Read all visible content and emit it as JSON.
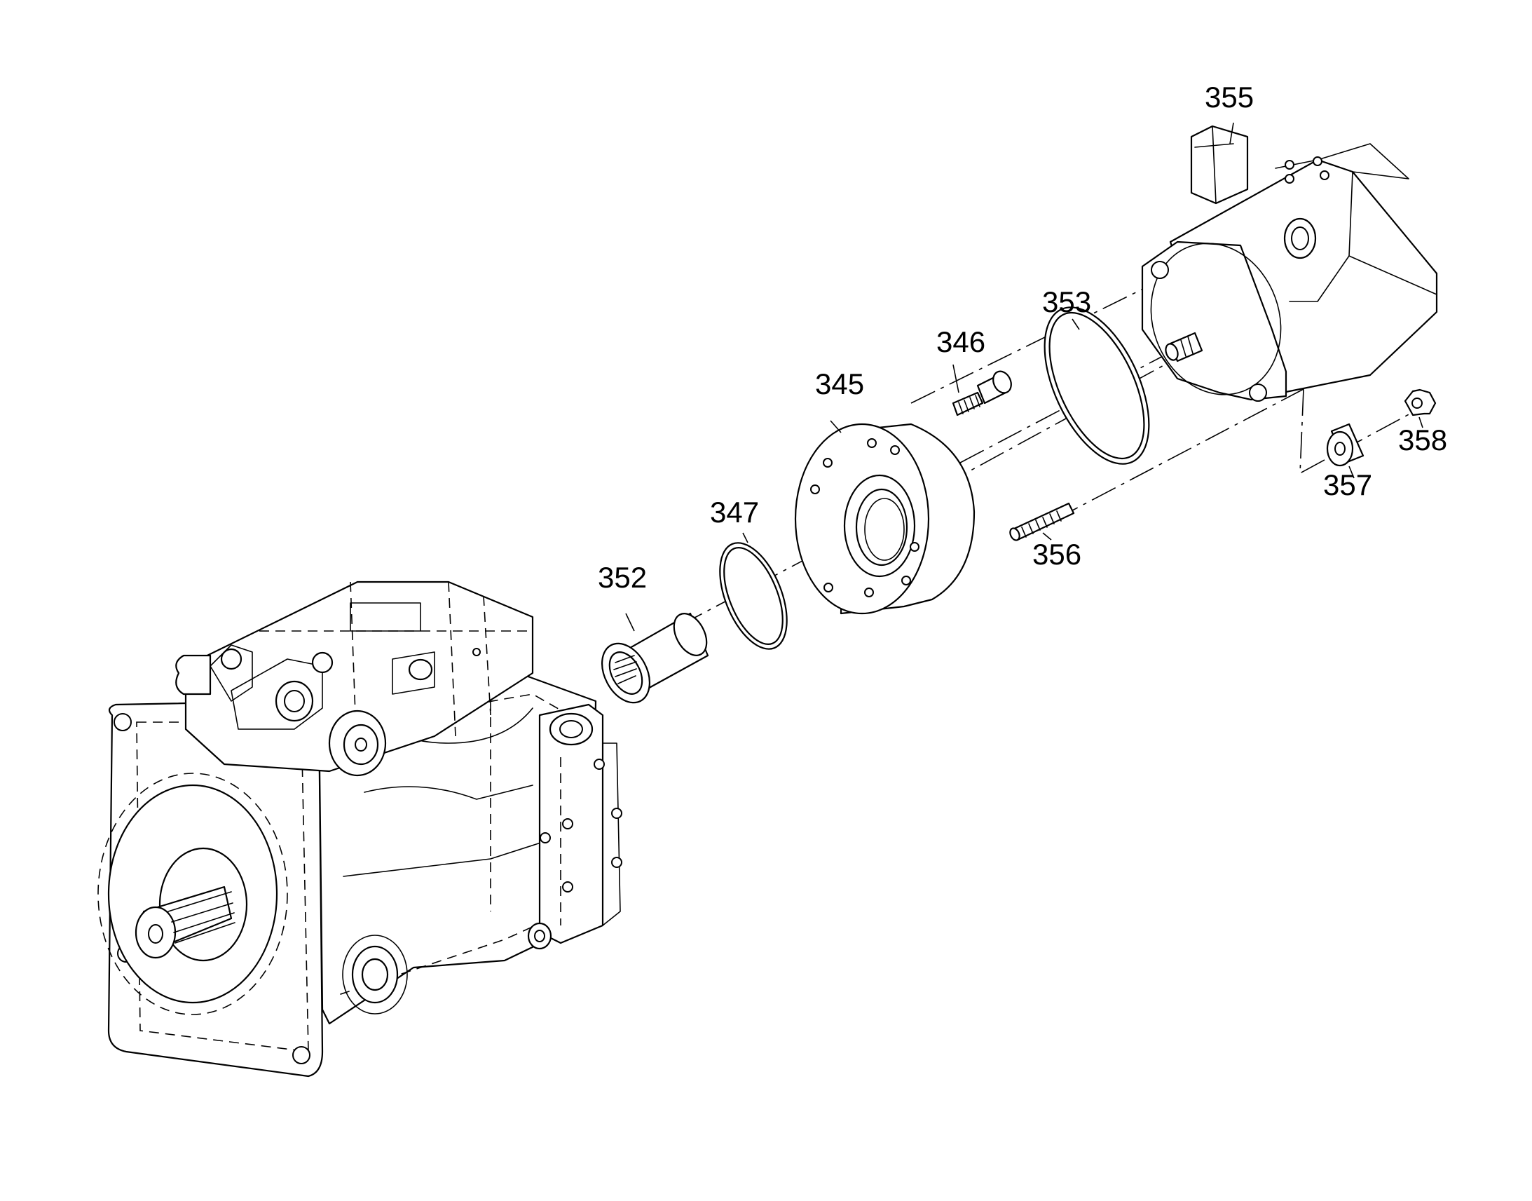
{
  "callouts": {
    "c345": "345",
    "c346": "346",
    "c347": "347",
    "c352": "352",
    "c353": "353",
    "c355": "355",
    "c356": "356",
    "c357": "357",
    "c358": "358"
  },
  "colors": {
    "line": "#000000",
    "background": "#ffffff"
  }
}
